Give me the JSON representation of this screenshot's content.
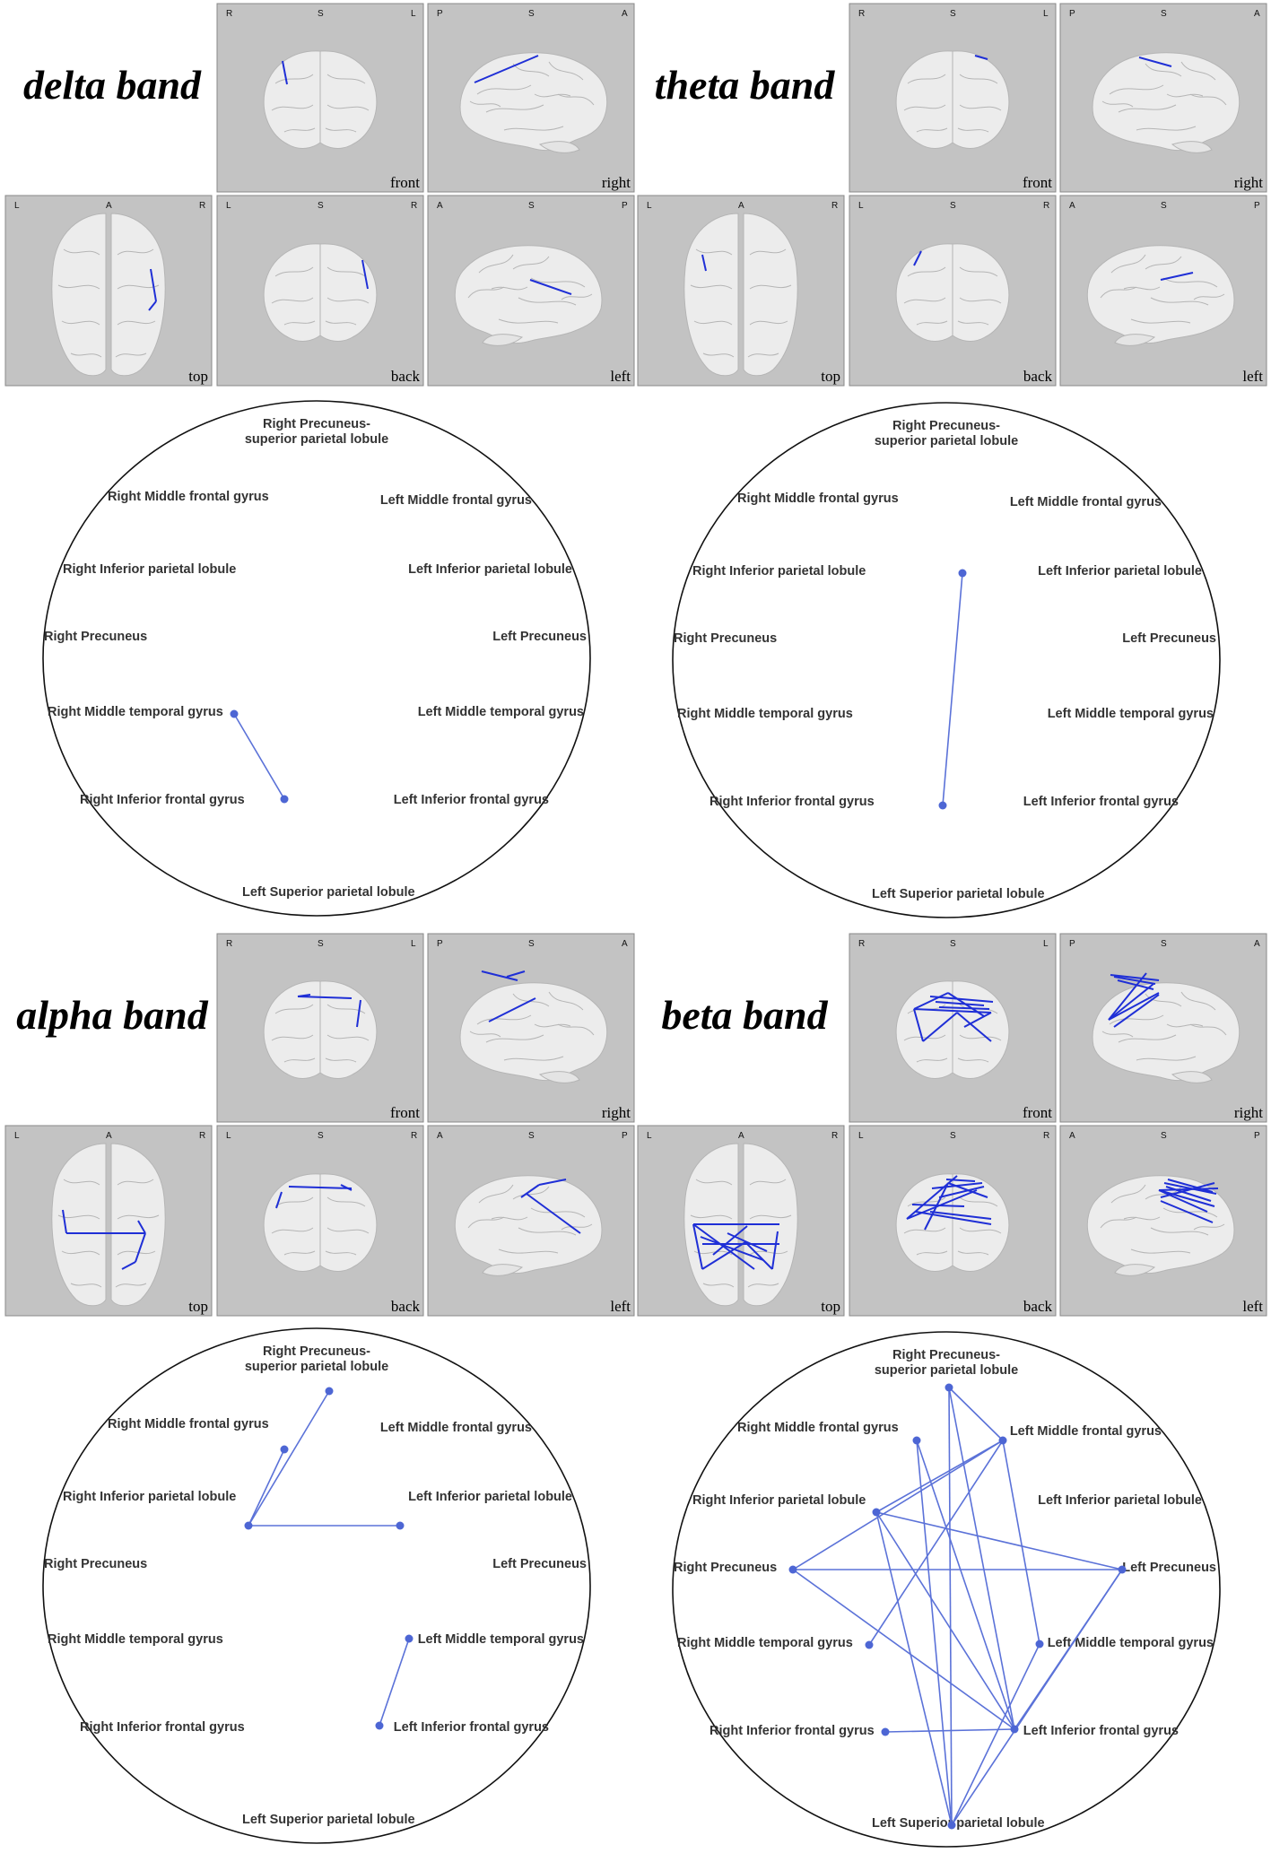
{
  "view_labels": {
    "front": "front",
    "right": "right",
    "top": "top",
    "back": "back",
    "left": "left"
  },
  "orientation_labels": {
    "front": [
      "R",
      "S",
      "L"
    ],
    "right": [
      "P",
      "S",
      "A"
    ],
    "top": [
      "L",
      "A",
      "R"
    ],
    "back": [
      "L",
      "S",
      "R"
    ],
    "left": [
      "A",
      "S",
      "P"
    ]
  },
  "regions": [
    {
      "id": "RMFG",
      "label": "Right Middle frontal gyrus"
    },
    {
      "id": "RIPL",
      "label": "Right Inferior parietal lobule"
    },
    {
      "id": "RPC",
      "label": "Right Precuneus"
    },
    {
      "id": "RMTG",
      "label": "Right Middle temporal gyrus"
    },
    {
      "id": "RIFG",
      "label": "Right Inferior frontal gyrus"
    },
    {
      "id": "LMFG",
      "label": "Left Middle frontal gyrus"
    },
    {
      "id": "LIPL",
      "label": "Left Inferior parietal lobule"
    },
    {
      "id": "LPC",
      "label": "Left Precuneus"
    },
    {
      "id": "LMTG",
      "label": "Left Middle temporal gyrus"
    },
    {
      "id": "LIFG",
      "label": "Left Inferior frontal gyrus"
    },
    {
      "id": "LSPL",
      "label": "Left Superior parietal lobule"
    }
  ],
  "top_region": {
    "id": "RPSPL",
    "line1": "Right Precuneus-",
    "line2": "superior parietal lobule"
  },
  "bands": [
    {
      "key": "delta",
      "title": "delta band",
      "connections": [
        [
          "RMTG",
          "RIFG"
        ]
      ]
    },
    {
      "key": "theta",
      "title": "theta band",
      "connections": [
        [
          "LIPL",
          "LIFG"
        ]
      ]
    },
    {
      "key": "alpha",
      "title": "alpha band",
      "connections": [
        [
          "RIPL",
          "RPSPL"
        ],
        [
          "RIPL",
          "RMFG"
        ],
        [
          "RIPL",
          "LIPL"
        ],
        [
          "LMTG",
          "LIFG"
        ]
      ]
    },
    {
      "key": "beta",
      "title": "beta band",
      "connections": [
        [
          "RPSPL",
          "LMFG"
        ],
        [
          "RPSPL",
          "LIFG"
        ],
        [
          "RPSPL",
          "LSPL"
        ],
        [
          "RMFG",
          "LIFG"
        ],
        [
          "RMFG",
          "LSPL"
        ],
        [
          "LMFG",
          "RIPL"
        ],
        [
          "LMFG",
          "RMTG"
        ],
        [
          "LMFG",
          "LMTG"
        ],
        [
          "LMFG",
          "RPC"
        ],
        [
          "RIPL",
          "LPC"
        ],
        [
          "RIPL",
          "LIFG"
        ],
        [
          "RIPL",
          "LSPL"
        ],
        [
          "RPC",
          "LPC"
        ],
        [
          "RPC",
          "LIFG"
        ],
        [
          "LPC",
          "LSPL"
        ],
        [
          "LPC",
          "LIFG"
        ],
        [
          "RIFG",
          "LIFG"
        ],
        [
          "LMTG",
          "LSPL"
        ]
      ]
    }
  ],
  "colors": {
    "panel_bg": "#c3c3c3",
    "panel_border": "#888888",
    "brain": "#ececec",
    "brain_line": "#b5b5b5",
    "connection_3d": "#1f2fd6",
    "connection_circle": "#5b72d8",
    "node": "#4d66d4"
  }
}
